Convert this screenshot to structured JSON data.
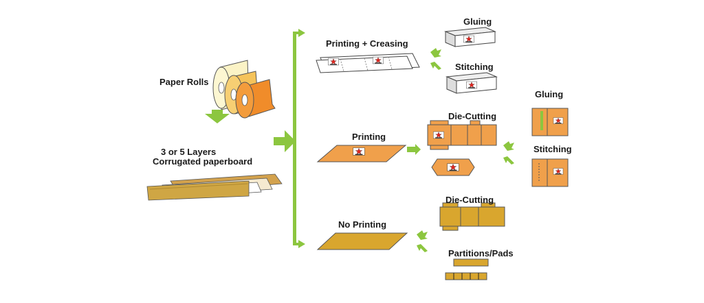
{
  "colors": {
    "arrow_green": "#8cc63f",
    "box_orange": "#f0a04b",
    "box_kraft": "#d9a62e",
    "board_tan": "#cfa644",
    "star_red": "#e0261f",
    "line_dark": "#333333"
  },
  "source": {
    "paper_rolls": "Paper Rolls",
    "layers_line1": "3 or 5 Layers",
    "layers_line2": "Corrugated paperboard"
  },
  "branches": {
    "printing_creasing": "Printing + Creasing",
    "printing": "Printing",
    "no_printing": "No Printing"
  },
  "outputs": {
    "gluing_top": "Gluing",
    "stitching_top": "Stitching",
    "die_cutting_printed": "Die-Cutting",
    "gluing_right": "Gluing",
    "stitching_right": "Stitching",
    "die_cutting_plain": "Die-Cutting",
    "partitions_pads": "Partitions/Pads"
  },
  "icons": [
    "paper-rolls-icon",
    "paperboard-stack-icon",
    "creased-sheet-icon",
    "white-box-icon",
    "orange-box-icon",
    "kraft-box-icon",
    "star-logo-icon",
    "arrow-icon"
  ]
}
